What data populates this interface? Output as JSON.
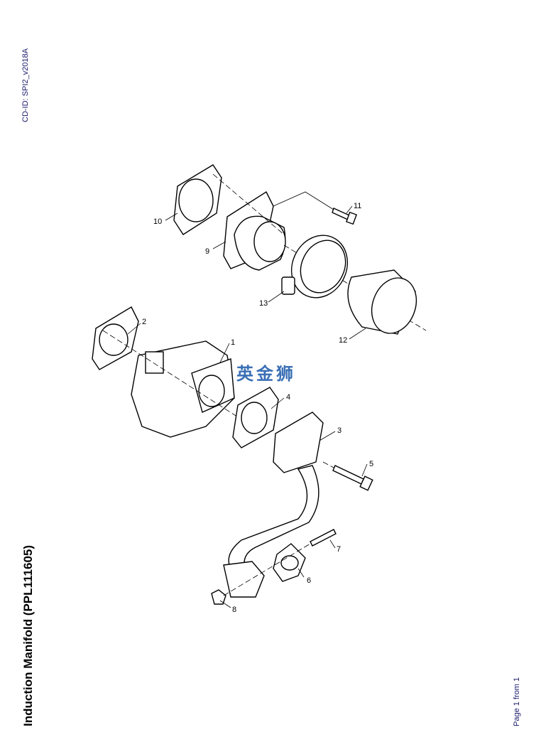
{
  "header": {
    "cd_id": "CD-ID: SPI2_v2018A"
  },
  "title": "Induction Manifold (PPL111605)",
  "footer": {
    "page": "Page 1 from 1"
  },
  "watermark": "英金狮",
  "callouts": [
    "1",
    "2",
    "3",
    "4",
    "5",
    "6",
    "7",
    "8",
    "9",
    "10",
    "11",
    "12",
    "13"
  ]
}
